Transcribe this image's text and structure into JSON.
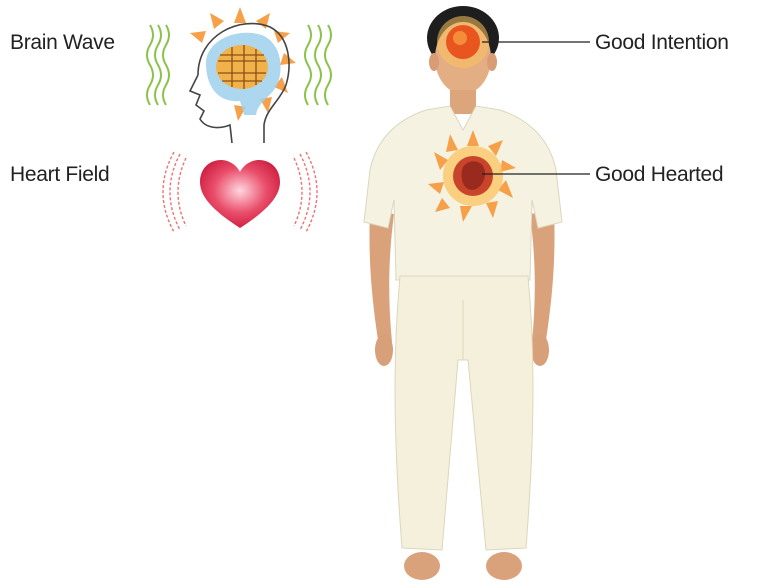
{
  "labels": {
    "brain_wave": "Brain Wave",
    "heart_field": "Heart Field",
    "good_intention": "Good Intention",
    "good_hearted": "Good Hearted"
  },
  "colors": {
    "background": "#ffffff",
    "text": "#222222",
    "wave_green": "#8bc34a",
    "field_red": "#e53935",
    "sun_orange": "#f57c00",
    "heart_pink": "#e94d6a",
    "garment": "#f5f2e2"
  },
  "icons": [
    "head-brain-icon",
    "heart-icon",
    "head-sun-icon",
    "chest-sun-icon"
  ]
}
